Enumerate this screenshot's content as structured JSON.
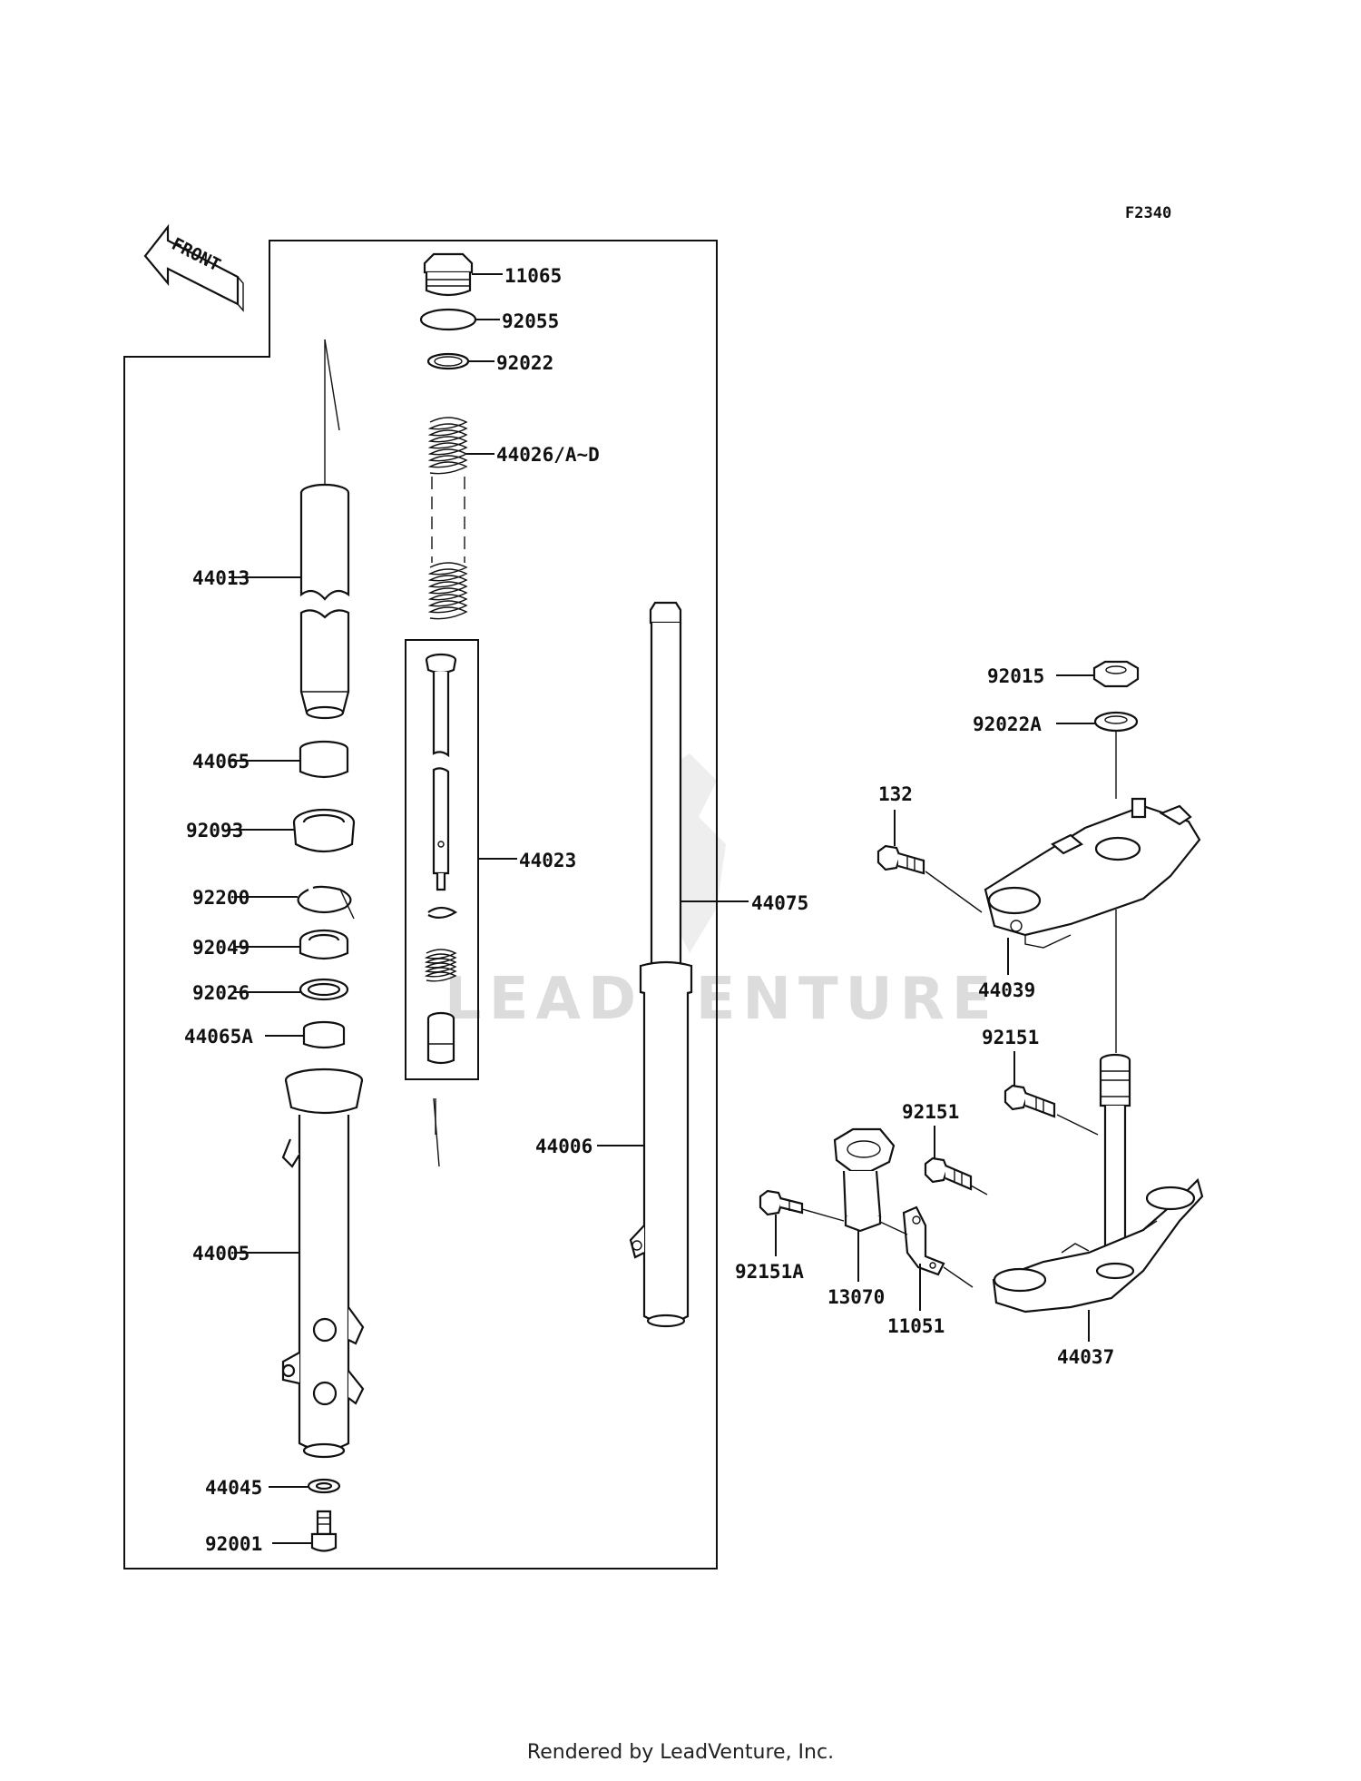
{
  "figure_code": "F2340",
  "front_label": "FRONT",
  "watermark": "LEADVENTURE",
  "footer": "Rendered by LeadVenture, Inc.",
  "parts": {
    "p11065": "11065",
    "p92055": "92055",
    "p92022": "92022",
    "p44026": "44026/A~D",
    "p44013": "44013",
    "p44065": "44065",
    "p92093": "92093",
    "p44023": "44023",
    "p92200": "92200",
    "p92049": "92049",
    "p92026": "92026",
    "p44065A": "44065A",
    "p44075": "44075",
    "p44006": "44006",
    "p44005": "44005",
    "p44045": "44045",
    "p92001": "92001",
    "p92015": "92015",
    "p92022A": "92022A",
    "p132": "132",
    "p44039": "44039",
    "p92151a": "92151",
    "p92151b": "92151",
    "p92151A": "92151A",
    "p13070": "13070",
    "p11051": "11051",
    "p44037": "44037"
  }
}
